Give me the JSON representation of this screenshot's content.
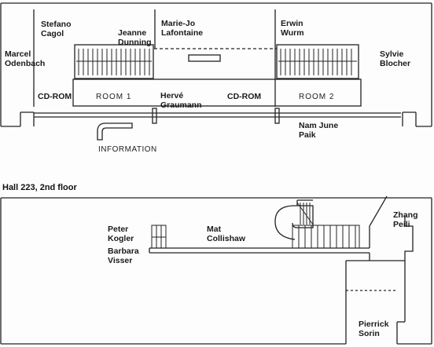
{
  "floor1": {
    "artists": {
      "stefano_cagol": "Stefano\nCagol",
      "jeanne_dunning": "Jeanne\nDunning",
      "marie_jo_lafontaine": "Marie-Jo\nLafontaine",
      "erwin_wurm": "Erwin\nWurm",
      "marcel_odenbach": "Marcel\nOdenbach",
      "sylvie_blocher": "Sylvie\nBlocher",
      "herve_graumann": "Hervé\nGraumann",
      "nam_june_paik": "Nam June\nPaik"
    },
    "cd_rom_left": "CD-ROM",
    "cd_rom_right": "CD-ROM",
    "room1": "ROOM 1",
    "room2": "ROOM 2",
    "information": "INFORMATION"
  },
  "floor2": {
    "title": "Hall 223, 2nd floor",
    "artists": {
      "peter_kogler": "Peter\nKogler",
      "barbara_visser": "Barbara\nVisser",
      "mat_collishaw": "Mat\nCollishaw",
      "zhang_peili": "Zhang\nPeili",
      "pierrick_sorin": "Pierrick\nSorin"
    }
  }
}
